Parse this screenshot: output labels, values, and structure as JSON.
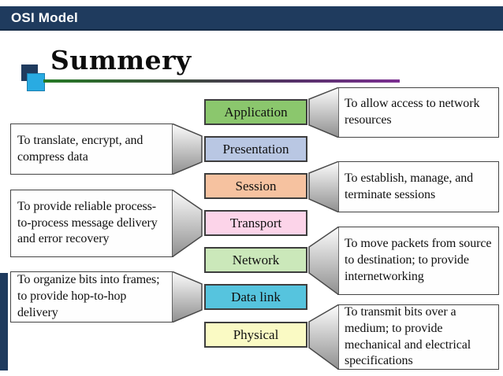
{
  "header": {
    "title": "OSI Model"
  },
  "slide": {
    "title": "Summery"
  },
  "layers": [
    {
      "name": "Application",
      "color": "#8bc76d"
    },
    {
      "name": "Presentation",
      "color": "#b9c7e3"
    },
    {
      "name": "Session",
      "color": "#f6c2a0"
    },
    {
      "name": "Transport",
      "color": "#fcd4e9"
    },
    {
      "name": "Network",
      "color": "#cbe8ba"
    },
    {
      "name": "Data link",
      "color": "#56c4de"
    },
    {
      "name": "Physical",
      "color": "#fafac4"
    }
  ],
  "callouts": [
    {
      "side": "right",
      "layer": "Application",
      "text": "To allow access to network resources"
    },
    {
      "side": "left",
      "layer": "Presentation",
      "text": "To translate, encrypt, and compress data"
    },
    {
      "side": "right",
      "layer": "Session",
      "text": "To establish, manage, and terminate sessions"
    },
    {
      "side": "left",
      "layer": "Transport",
      "text": "To provide reliable process-to-process message delivery and error recovery"
    },
    {
      "side": "right",
      "layer": "Network",
      "text": "To move packets from source to destination; to provide internetworking"
    },
    {
      "side": "left",
      "layer": "Data link",
      "text": "To organize bits into frames; to provide hop-to-hop delivery"
    },
    {
      "side": "right",
      "layer": "Physical",
      "text": "To transmit bits over a medium; to provide mechanical and electrical specifications"
    }
  ],
  "colors": {
    "header_bar": "#1f3b5e",
    "accent_square_blue": "#29abe2",
    "accent_square_navy": "#1f3b5e",
    "rule_gradient_start": "#257a25",
    "rule_gradient_end": "#7b2f91",
    "box_border": "#3e3e3e"
  }
}
